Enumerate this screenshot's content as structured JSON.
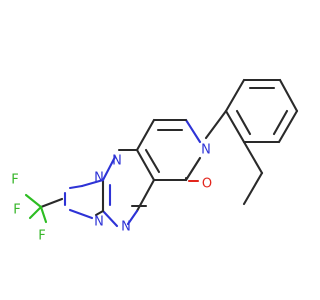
{
  "colors": {
    "background": "#ffffff",
    "carbon_bond": "#2a2a2a",
    "nitrogen": "#2e33d6",
    "oxygen": "#e2261d",
    "fluorine": "#37b62a"
  },
  "atoms": {
    "n_triazole_1": "N",
    "n_triazole_2": "N",
    "n_triazole_3": "N",
    "n_pyrimidine": "N",
    "n_pyridone": "N",
    "o_carbonyl": "O",
    "f_1": "F",
    "f_2": "F",
    "f_3": "F"
  }
}
